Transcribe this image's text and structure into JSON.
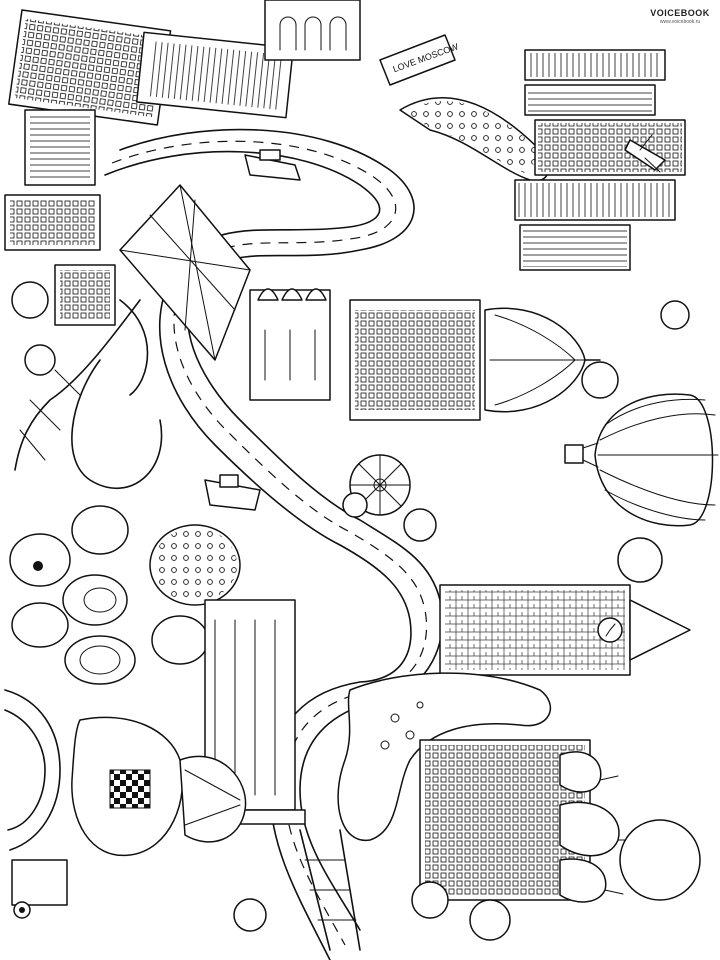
{
  "poster": {
    "brand_logo": "VOICEBOOK",
    "brand_site": "www.voicebook.ru",
    "sign_text": "LOVE MOSCOW",
    "style": "black line-art coloring poster"
  },
  "colors": {
    "line": "#111111",
    "paper": "#ffffff"
  }
}
